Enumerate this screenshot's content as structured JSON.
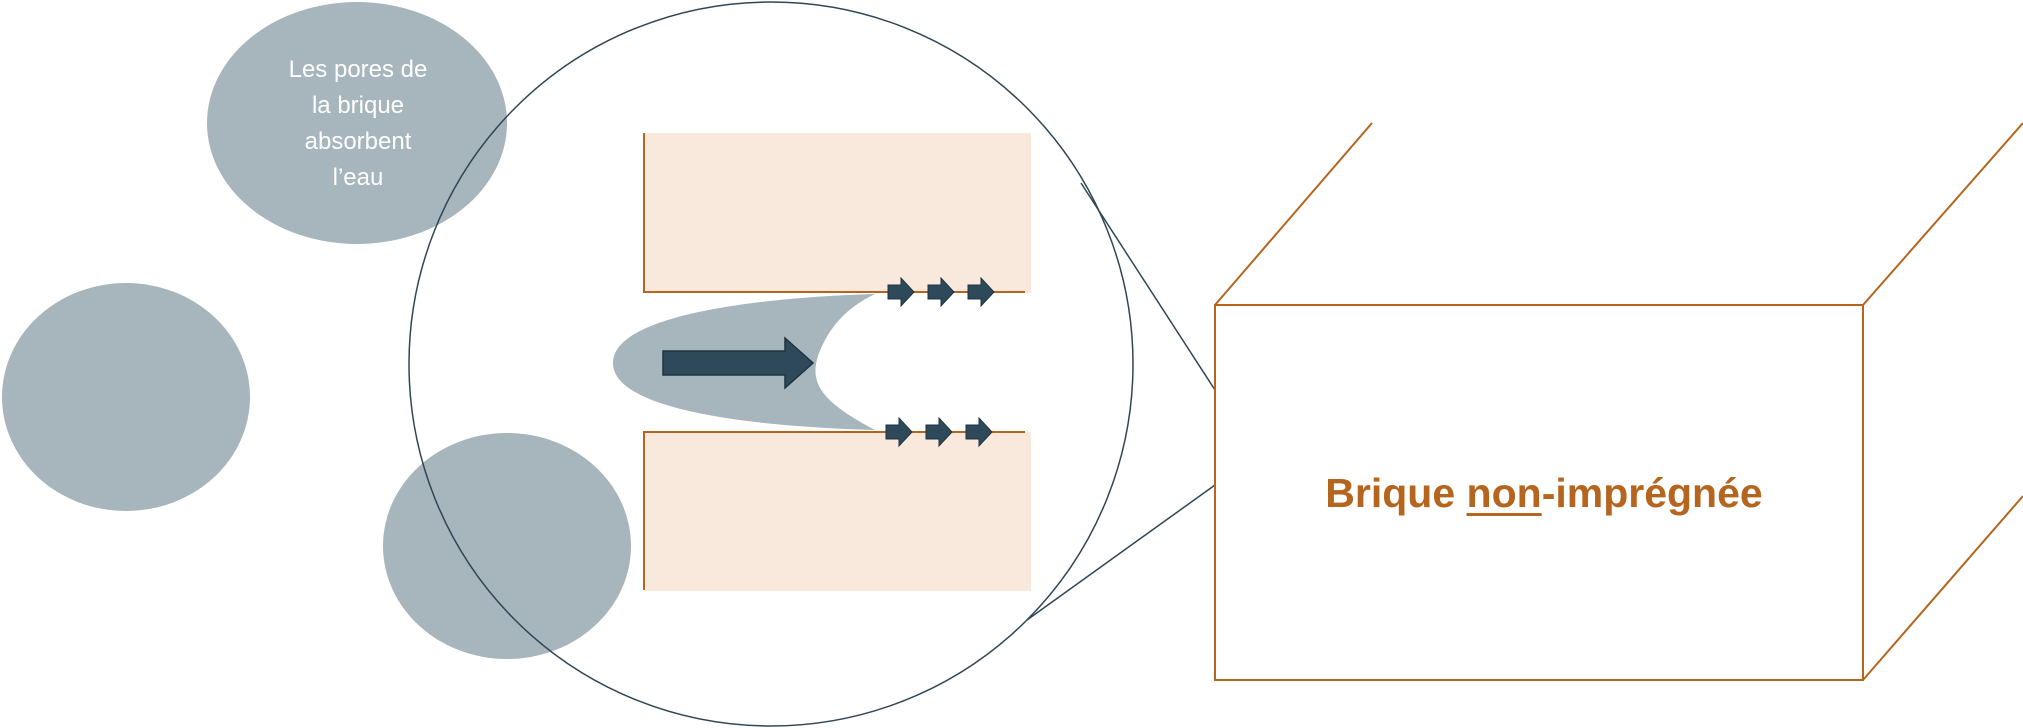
{
  "bubble": {
    "lines": [
      "Les pores de",
      "la brique",
      "absorbent",
      "l’eau"
    ]
  },
  "brick_label": {
    "before": "Brique ",
    "underlined": "non",
    "after": "-imprégnée"
  },
  "colors": {
    "water": "#a7b5bc",
    "brick_fill": "#f9e9dc",
    "brick_edge": "#b5651d",
    "arrow": "#2e4a5a",
    "magnifier": "#2f4656"
  }
}
